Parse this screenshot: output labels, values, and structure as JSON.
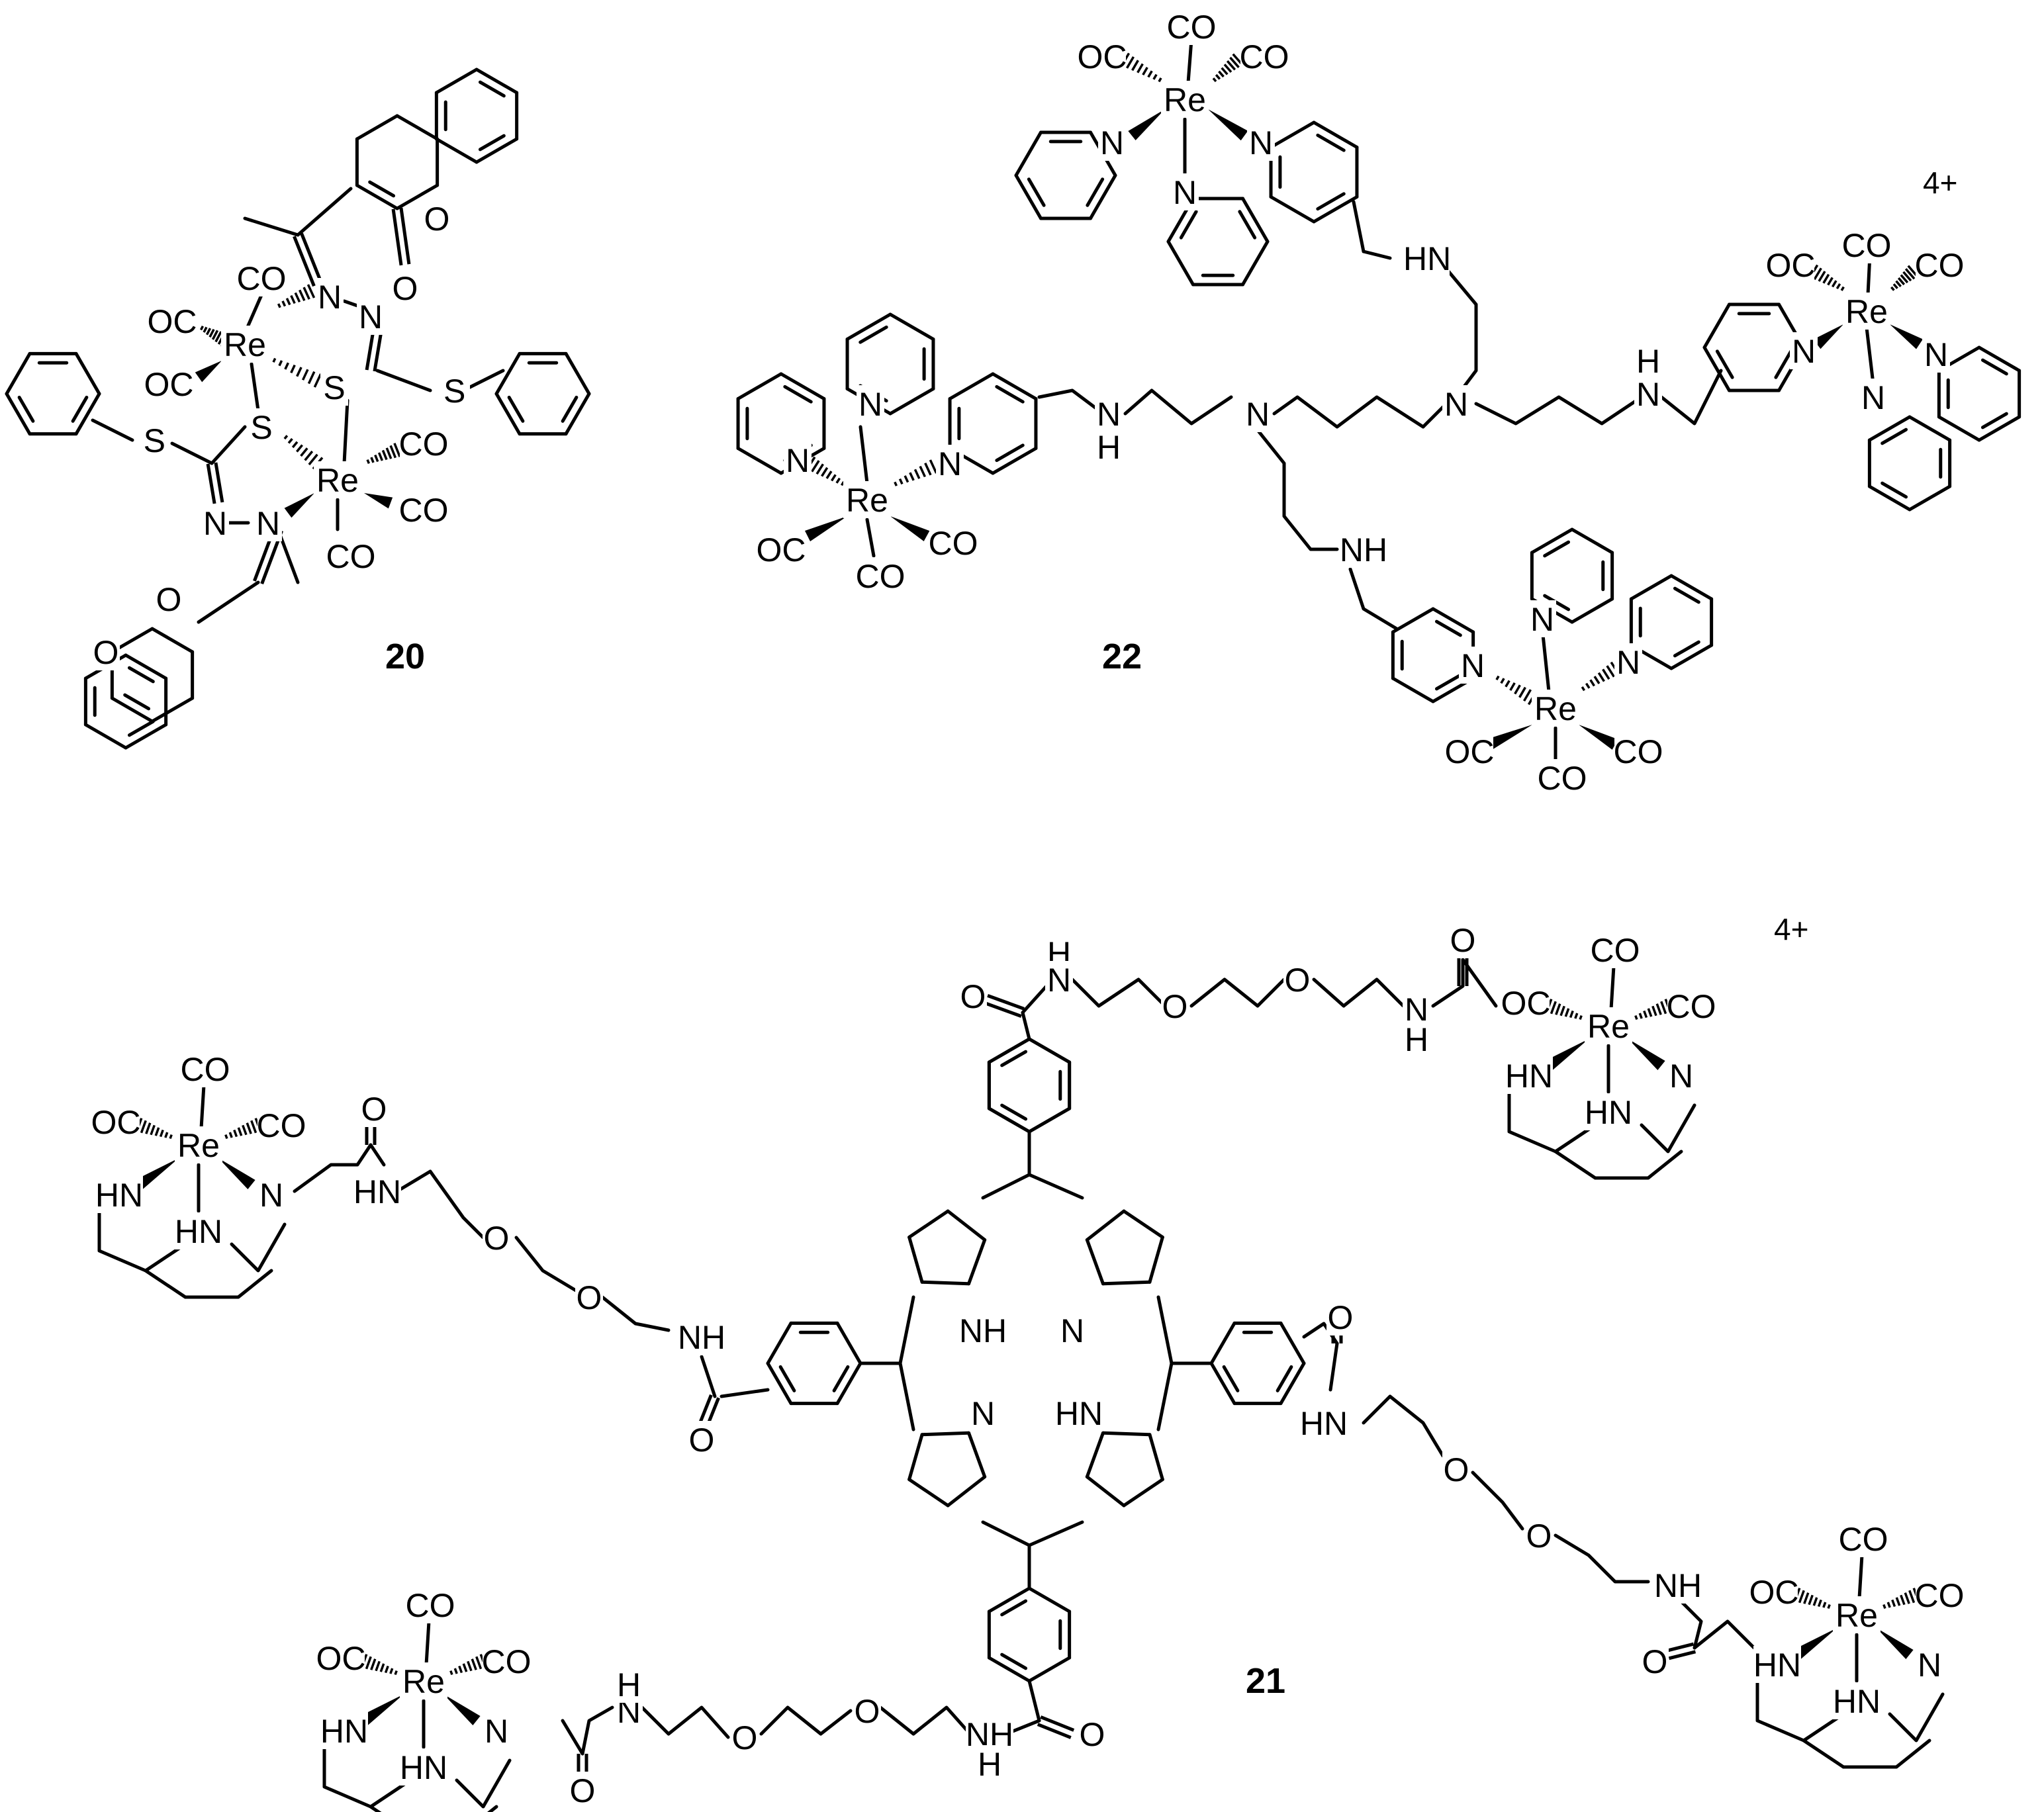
{
  "figure": {
    "compounds": [
      {
        "id": "cmpd-20",
        "label": "20"
      },
      {
        "id": "cmpd-22",
        "label": "22",
        "charge": "4+"
      },
      {
        "id": "cmpd-21",
        "label": "21",
        "charge": "4+"
      }
    ]
  },
  "atoms": {
    "re": "Re",
    "co": "CO",
    "oc": "OC",
    "n": "N",
    "s": "S",
    "o": "O",
    "nh": "NH",
    "hn": "HN",
    "h": "H"
  }
}
